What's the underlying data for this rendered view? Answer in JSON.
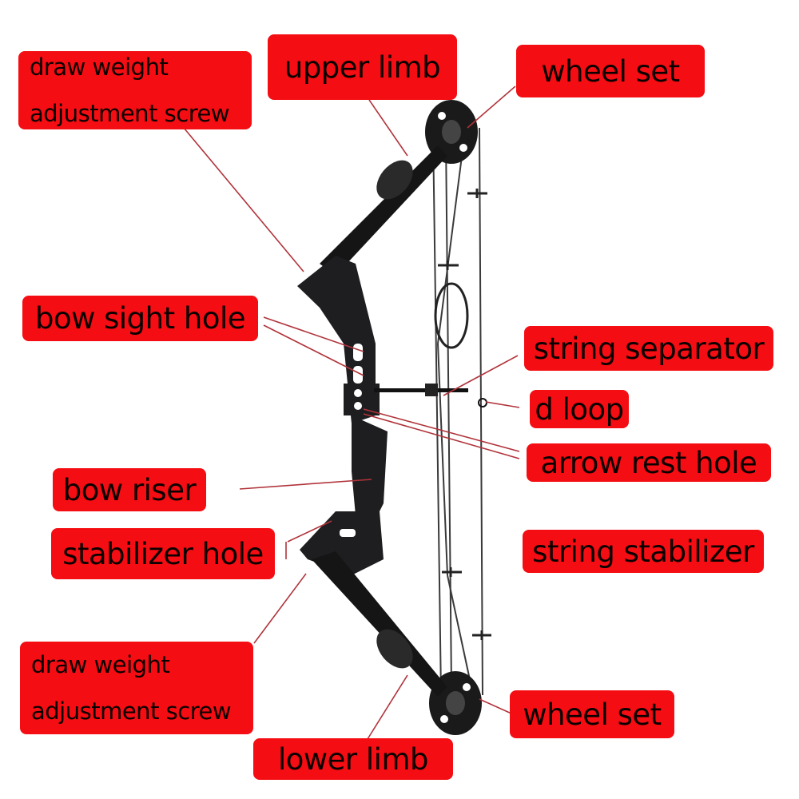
{
  "diagram": {
    "subject": "compound bow",
    "colors": {
      "label_background": "#f40d12",
      "label_text": "#0a0000",
      "leader_line": "#b0333a",
      "bow_body": "#1c1c1e",
      "string": "#3a3a3a",
      "background": "#ffffff"
    },
    "labels": [
      {
        "id": "draw-weight-screw-top",
        "lines": [
          "draw weight",
          "adjustment screw"
        ]
      },
      {
        "id": "upper-limb",
        "text": "upper limb"
      },
      {
        "id": "wheel-set-top",
        "text": "wheel set"
      },
      {
        "id": "bow-sight-hole",
        "text": "bow sight hole"
      },
      {
        "id": "string-separator",
        "text": "string separator"
      },
      {
        "id": "d-loop",
        "text": "d loop"
      },
      {
        "id": "arrow-rest-hole",
        "text": "arrow rest hole"
      },
      {
        "id": "bow-riser",
        "text": "bow riser"
      },
      {
        "id": "stabilizer-hole",
        "text": "stabilizer hole"
      },
      {
        "id": "string-stabilizer",
        "text": "string stabilizer"
      },
      {
        "id": "draw-weight-screw-bottom",
        "lines": [
          "draw weight",
          "adjustment screw"
        ]
      },
      {
        "id": "lower-limb",
        "text": "lower limb"
      },
      {
        "id": "wheel-set-bottom",
        "text": "wheel set"
      }
    ]
  }
}
